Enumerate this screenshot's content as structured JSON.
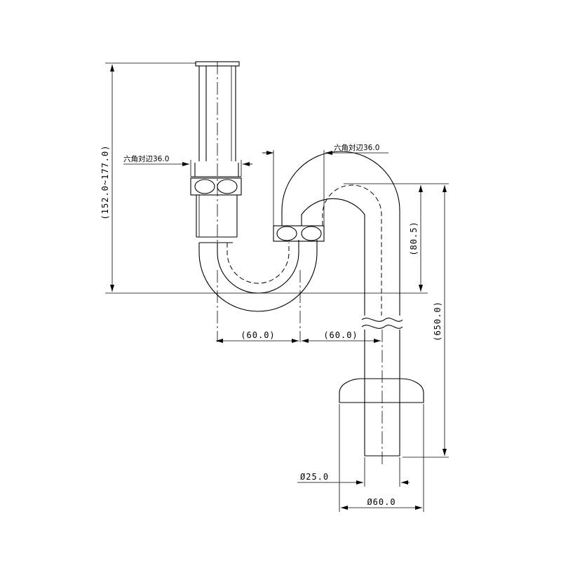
{
  "dimensions": {
    "total_height": "(650.0)",
    "trap_height": "(80.5)",
    "inlet_length": "(152.0~177.0)",
    "offset_left": "(60.0)",
    "offset_right": "(60.0)",
    "pipe_diameter": "Ø25.0",
    "flange_diameter": "Ø60.0",
    "hex_nut_left": "六角対辺36.0",
    "hex_nut_right": "六角対辺36.0"
  }
}
